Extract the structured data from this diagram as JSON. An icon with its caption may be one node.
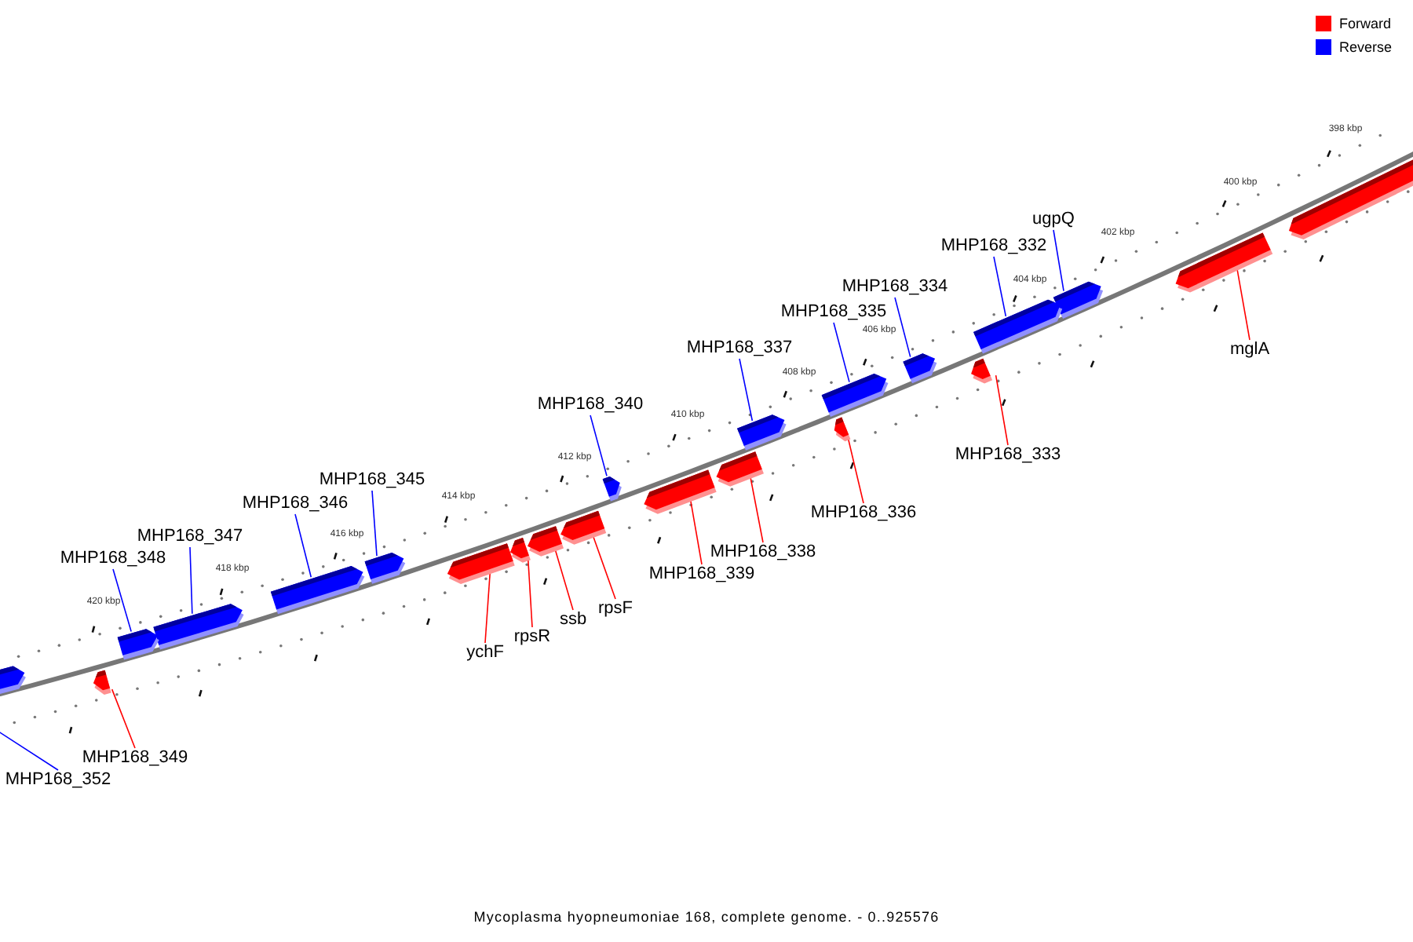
{
  "diagram": {
    "caption": "Mycoplasma hyopneumoniae 168, complete genome. - 0..925576",
    "nodes": [
      {
        "text": [],
        "shape": "bar"
      },
      {
        "text": [
          "ugpQ"
        ]
      },
      {
        "text": [],
        "shape": "bar"
      },
      {
        "text": [
          "MHP168_332"
        ]
      },
      {
        "text": [],
        "shape": "bar"
      },
      {
        "text": [
          "mglA"
        ]
      },
      {
        "text": [],
        "shape": "bar"
      },
      {
        "text": [
          "MHP168_334"
        ]
      },
      {
        "text": [],
        "shape": "bar"
      },
      {
        "text": [
          "MHP168_335"
        ]
      },
      {
        "text": [],
        "shape": "bar"
      },
      {
        "text": [
          "MHP168_337"
        ]
      },
      {
        "text": [],
        "shape": "bar"
      },
      {
        "text": [
          "MHP168_340"
        ]
      },
      {
        "text": [],
        "shape": "bar"
      },
      {
        "text": [
          "MHP168_333"
        ]
      },
      {
        "text": [],
        "shape": "bar"
      },
      {
        "text": [
          "MHP168_345"
        ]
      },
      {
        "text": [],
        "shape": "bar"
      },
      {
        "text": [
          "MHP168_346"
        ]
      },
      {
        "text": [],
        "shape": "bar"
      },
      {
        "text": [
          "MHP168_336"
        ]
      },
      {
        "text": [],
        "shape": "bar"
      },
      {
        "text": [
          "MHP168_347"
        ]
      },
      {
        "text": [],
        "shape": "bar"
      },
      {
        "text": [
          "MHP168_338"
        ]
      },
      {
        "text": [],
        "shape": "bar"
      },
      {
        "text": [
          "MHP168_348"
        ]
      },
      {
        "text": [],
        "shape": "bar"
      },
      {
        "text": [
          "MHP168_339"
        ]
      },
      {
        "text": [],
        "shape": "bar"
      },
      {
        "text": [
          "rpsF"
        ]
      },
      {
        "text": [],
        "shape": "bar"
      },
      {
        "text": [
          "ssb"
        ]
      },
      {
        "text": [],
        "shape": "bar"
      },
      {
        "text": [
          "rpsR"
        ]
      },
      {
        "text": [],
        "shape": "bar"
      },
      {
        "text": [
          "ychF"
        ]
      },
      {
        "text": [],
        "shape": "bar"
      },
      {
        "text": [],
        "shape": "bar"
      },
      {
        "text": [
          "MHP168_349"
        ]
      },
      {
        "text": [],
        "shape": "bar"
      },
      {
        "text": [
          "MHP168_352"
        ]
      }
    ],
    "edges": [
      {
        "from": 1,
        "to": 2,
        "arrow": "none",
        "color": "#0000ff"
      },
      {
        "from": 3,
        "to": 4,
        "arrow": "none",
        "color": "#0000ff"
      },
      {
        "from": 5,
        "to": 6,
        "arrow": "none",
        "color": "#ff0000"
      },
      {
        "from": 7,
        "to": 8,
        "arrow": "none",
        "color": "#0000ff"
      },
      {
        "from": 9,
        "to": 10,
        "arrow": "none",
        "color": "#0000ff"
      },
      {
        "from": 11,
        "to": 12,
        "arrow": "none",
        "color": "#0000ff"
      },
      {
        "from": 13,
        "to": 14,
        "arrow": "none",
        "color": "#0000ff"
      },
      {
        "from": 15,
        "to": 16,
        "arrow": "none",
        "color": "#ff0000"
      },
      {
        "from": 17,
        "to": 18,
        "arrow": "none",
        "color": "#0000ff"
      },
      {
        "from": 19,
        "to": 20,
        "arrow": "none",
        "color": "#0000ff"
      },
      {
        "from": 21,
        "to": 22,
        "arrow": "none",
        "color": "#ff0000"
      },
      {
        "from": 23,
        "to": 24,
        "arrow": "none",
        "color": "#0000ff"
      },
      {
        "from": 25,
        "to": 26,
        "arrow": "none",
        "color": "#ff0000"
      },
      {
        "from": 27,
        "to": 28,
        "arrow": "none",
        "color": "#0000ff"
      },
      {
        "from": 29,
        "to": 30,
        "arrow": "none",
        "color": "#ff0000"
      },
      {
        "from": 31,
        "to": 32,
        "arrow": "none",
        "color": "#ff0000"
      },
      {
        "from": 33,
        "to": 34,
        "arrow": "none",
        "color": "#ff0000"
      },
      {
        "from": 35,
        "to": 36,
        "arrow": "none",
        "color": "#ff0000"
      },
      {
        "from": 37,
        "to": 38,
        "arrow": "none",
        "color": "#ff0000"
      },
      {
        "from": 40,
        "to": 41,
        "arrow": "none",
        "color": "#ff0000"
      },
      {
        "from": 42,
        "to": null,
        "arrow": "none",
        "color": "#0000ff"
      }
    ],
    "labels": [
      "398 kbp",
      "400 kbp",
      "402 kbp",
      "404 kbp",
      "406 kbp",
      "408 kbp",
      "410 kbp",
      "412 kbp",
      "414 kbp",
      "416 kbp",
      "418 kbp",
      "420 kbp"
    ],
    "legend": [
      {
        "text": "Forward",
        "color": "#ff0000"
      },
      {
        "text": "Reverse",
        "color": "#0000ff"
      }
    ]
  }
}
